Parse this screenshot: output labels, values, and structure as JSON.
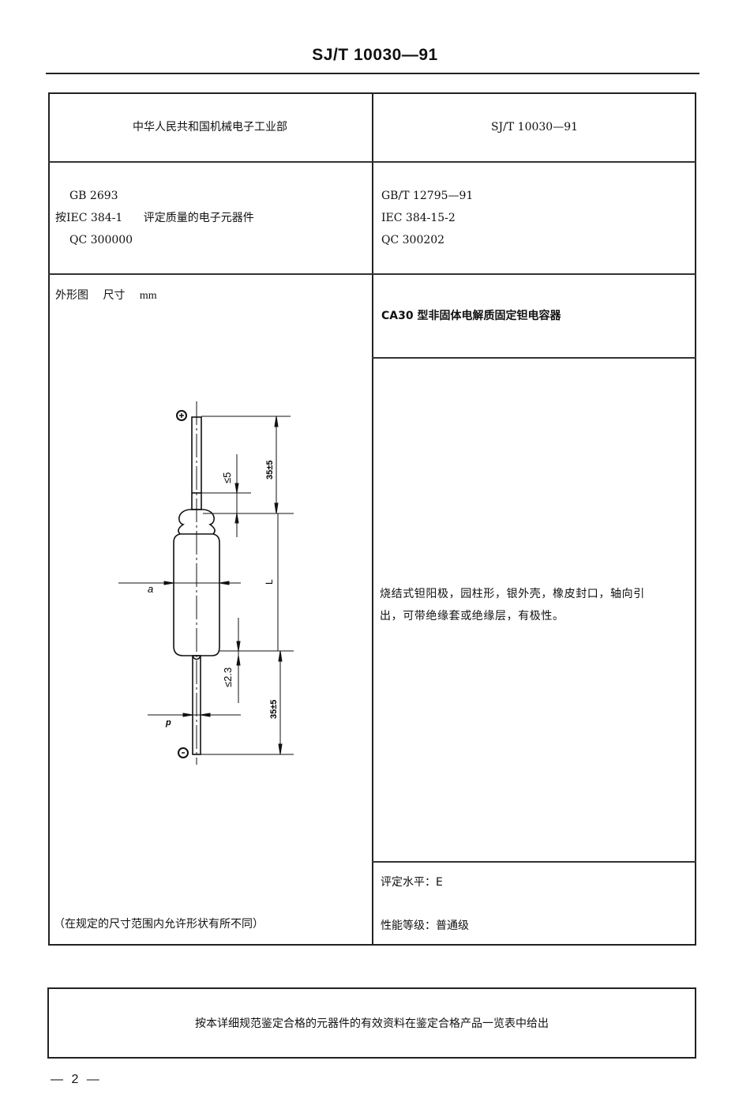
{
  "header": {
    "standard_number": "SJ/T 10030—91"
  },
  "table": {
    "row1": {
      "left": "中华人民共和国机械电子工业部",
      "right": "SJ/T 10030—91"
    },
    "row2": {
      "left": {
        "line1": "GB 2693",
        "line2_prefix": "按IEC 384-1",
        "line2_suffix": "评定质量的电子元器件",
        "line3": "QC 300000"
      },
      "right": {
        "line1": "GB/T 12795—91",
        "line2": "IEC 384-15-2",
        "line3": "QC 300202"
      }
    },
    "drawing_cell": {
      "caption": "外形图",
      "dim_label": "尺寸",
      "unit": "mm",
      "note": "（在规定的尺寸范围内允许形状有所不同）",
      "labels": {
        "positive_terminal": "+",
        "negative_terminal": "-",
        "lead_length_top": "35±5",
        "lead_length_bottom": "35±5",
        "seal_height_max": "≤5",
        "bottom_seal_max": "≤2.3",
        "body_length": "L",
        "body_diameter": "a",
        "lead_diameter": "p"
      }
    },
    "title_cell": {
      "title": "CA30 型非固体电解质固定钽电容器"
    },
    "description_cell": {
      "line1": "烧结式钽阳极，园柱形，银外壳，橡皮封口，轴向引",
      "line2": "出，可带绝缘套或绝缘层，有极性。"
    },
    "level_cell": {
      "assessment_level": "评定水平：E",
      "performance_grade": "性能等级：普通级"
    }
  },
  "footer_box": {
    "text": "按本详细规范鉴定合格的元器件的有效资料在鉴定合格产品一览表中给出"
  },
  "page_number": "— 2 —"
}
